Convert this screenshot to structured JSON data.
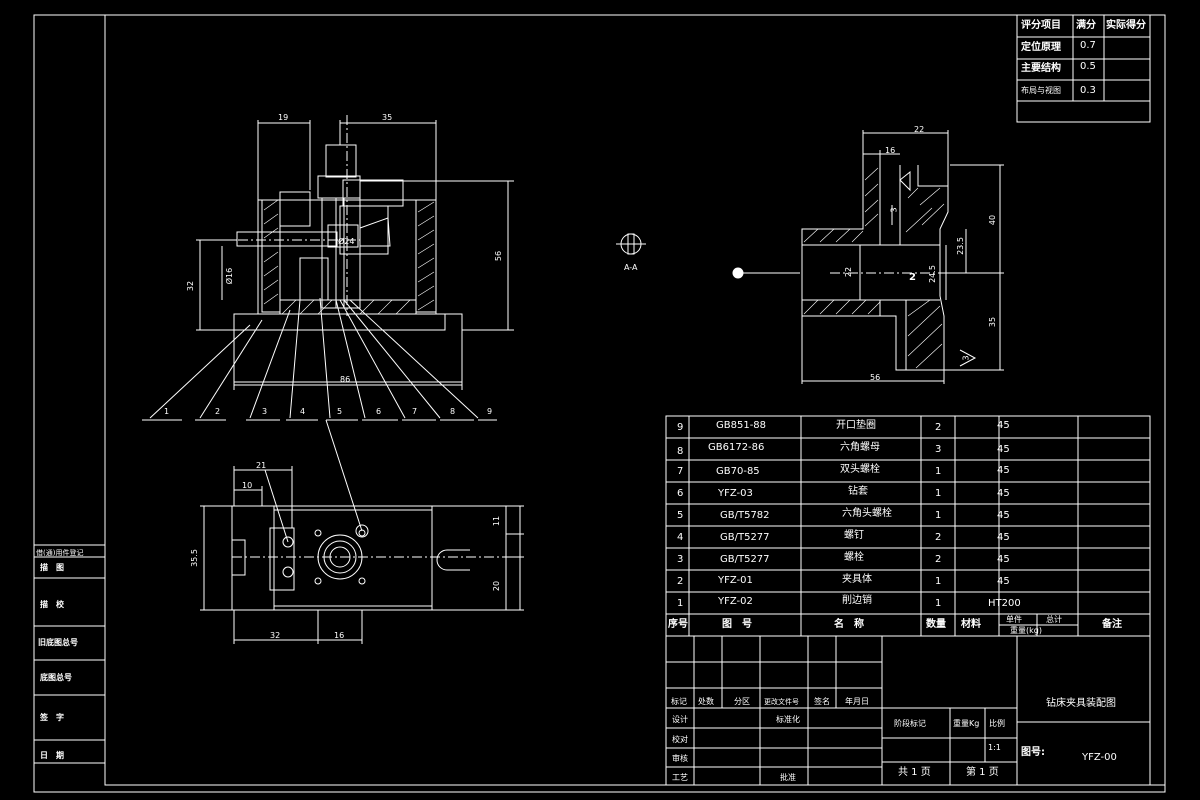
{
  "score_table": {
    "headers": [
      "评分项目",
      "满分",
      "实际得分"
    ],
    "rows": [
      {
        "item": "定位原理",
        "full": "0.7"
      },
      {
        "item": "主要结构",
        "full": "0.5"
      },
      {
        "item": "布局与视图",
        "full": "0.3"
      }
    ]
  },
  "dimensions": {
    "front": [
      "19",
      "35",
      "56",
      "32",
      "Ø16",
      "Ø24",
      "86"
    ],
    "right": [
      "22",
      "16",
      "40",
      "23.5",
      "22",
      "24.5",
      "2",
      "35",
      "56",
      "3",
      "3"
    ],
    "top": [
      "21",
      "10",
      "35.5",
      "11",
      "20",
      "32",
      "16"
    ],
    "section_label": "A-A"
  },
  "balloons": [
    "1",
    "2",
    "3",
    "4",
    "5",
    "6",
    "7",
    "8",
    "9"
  ],
  "bom": {
    "rows": [
      {
        "no": "9",
        "code": "GB851-88",
        "name": "开口垫圈",
        "qty": "2",
        "mat": "45"
      },
      {
        "no": "8",
        "code": "GB6172-86",
        "name": "六角螺母",
        "qty": "3",
        "mat": "45"
      },
      {
        "no": "7",
        "code": "GB70-85",
        "name": "双头螺栓",
        "qty": "1",
        "mat": "45"
      },
      {
        "no": "6",
        "code": "YFZ-03",
        "name": "钻套",
        "qty": "1",
        "mat": "45"
      },
      {
        "no": "5",
        "code": "GB/T5782",
        "name": "六角头螺栓",
        "qty": "1",
        "mat": "45"
      },
      {
        "no": "4",
        "code": "GB/T5277",
        "name": "螺钉",
        "qty": "2",
        "mat": "45"
      },
      {
        "no": "3",
        "code": "GB/T5277",
        "name": "螺栓",
        "qty": "2",
        "mat": "45"
      },
      {
        "no": "2",
        "code": "YFZ-01",
        "name": "夹具体",
        "qty": "1",
        "mat": "45"
      },
      {
        "no": "1",
        "code": "YFZ-02",
        "name": "削边销",
        "qty": "1",
        "mat": "HT200"
      }
    ],
    "header": {
      "no": "序号",
      "code": "图　号",
      "name": "名　称",
      "qty": "数量",
      "mat": "材料",
      "single": "单件",
      "total": "总计",
      "weight": "重量(kg)",
      "note": "备注"
    }
  },
  "title_block": {
    "row_labels": [
      "标记",
      "处数",
      "分区",
      "更改文件号",
      "签名",
      "年月日"
    ],
    "left_labels": [
      "设计",
      "校对",
      "审核",
      "工艺"
    ],
    "standard": "标准化",
    "approve": "批准",
    "stage": "阶段标记",
    "weight": "重量Kg",
    "scale_label": "比例",
    "scale": "1:1",
    "sheets_total": "共 1 页",
    "sheet_no": "第 1 页",
    "drawing_title": "钻床夹具装配图",
    "drawing_no_label": "图号:",
    "drawing_no": "YFZ-00"
  },
  "side_strip": [
    "借(通)用件登记",
    "描　图",
    "描　校",
    "旧底图总号",
    "底图总号",
    "签　字",
    "日　期"
  ]
}
